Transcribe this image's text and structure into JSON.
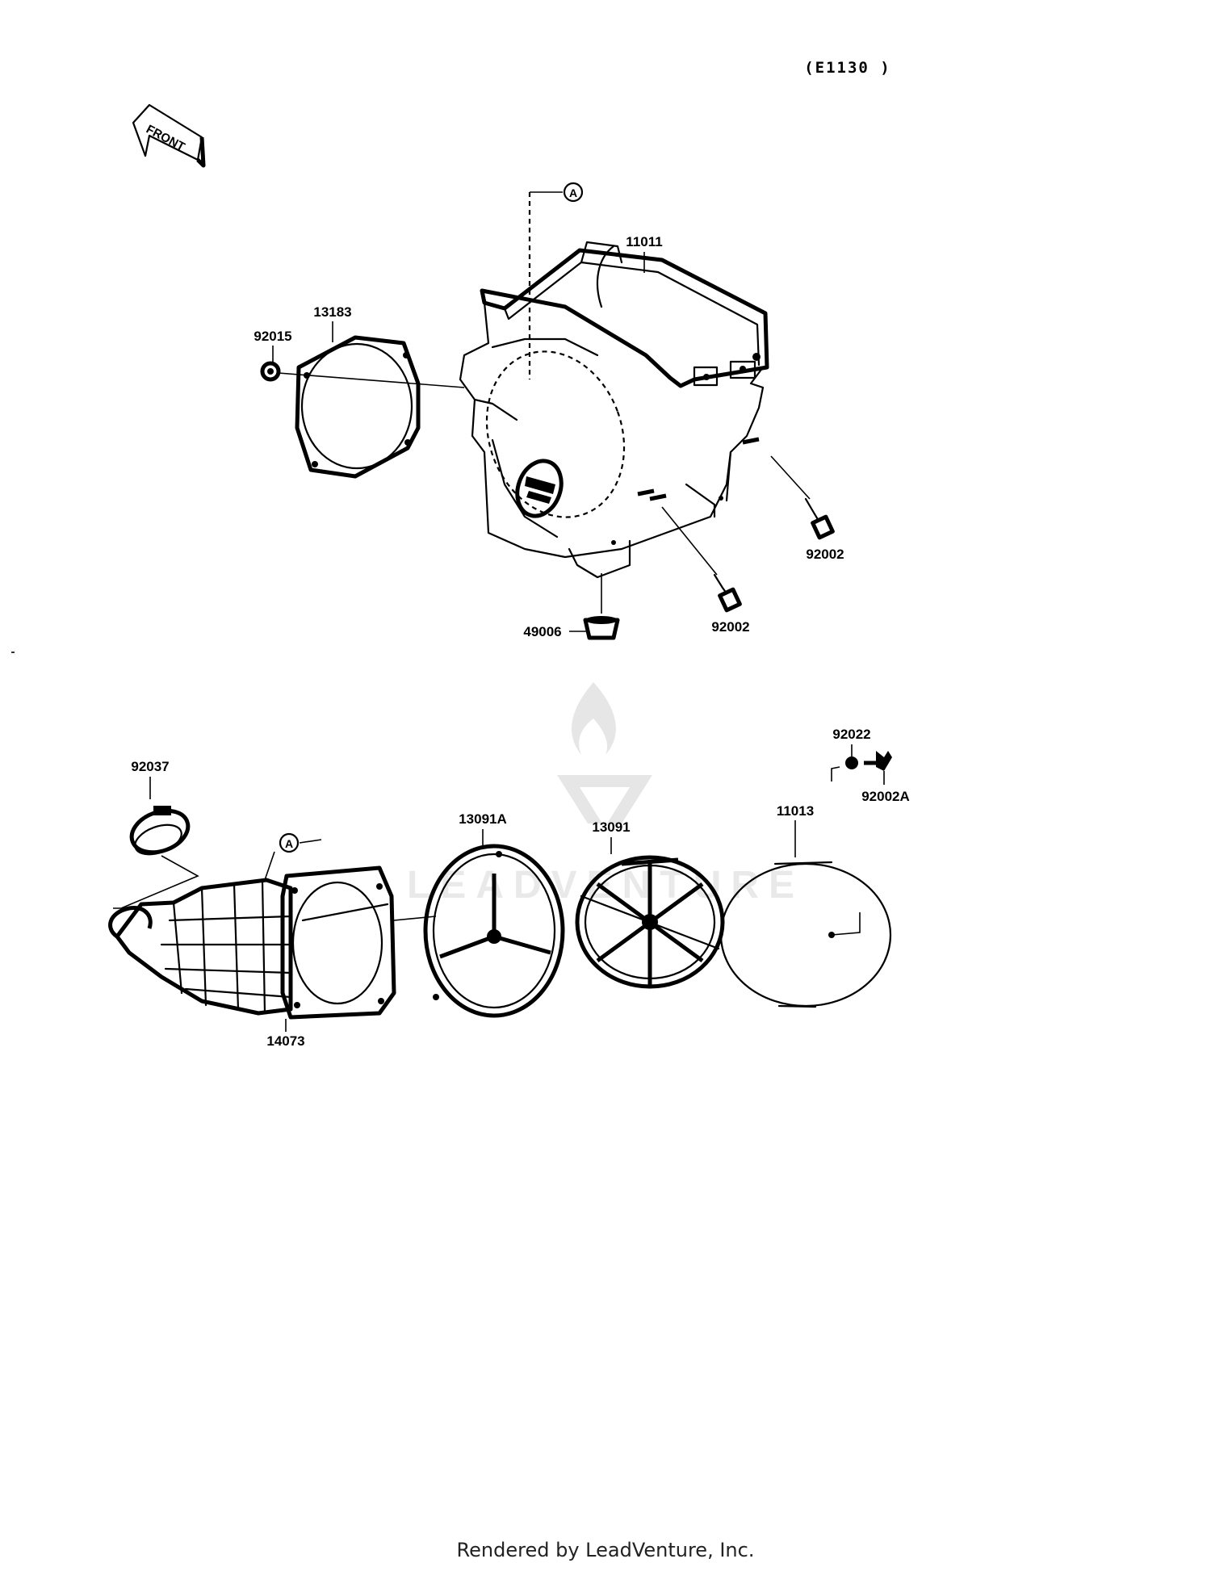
{
  "diagram": {
    "code": "(E1130 )",
    "front_arrow": "FRONT",
    "reference_marker": "A",
    "parts": {
      "p11011": "11011",
      "p13183": "13183",
      "p92015": "92015",
      "p92002_right": "92002",
      "p92002_bottom": "92002",
      "p49006": "49006",
      "p92037": "92037",
      "p14073": "14073",
      "p13091A": "13091A",
      "p13091": "13091",
      "p11013": "11013",
      "p92022": "92022",
      "p92002A": "92002A"
    },
    "watermark": "LEADVENTURE"
  },
  "footer": {
    "text": "Rendered by LeadVenture, Inc."
  }
}
